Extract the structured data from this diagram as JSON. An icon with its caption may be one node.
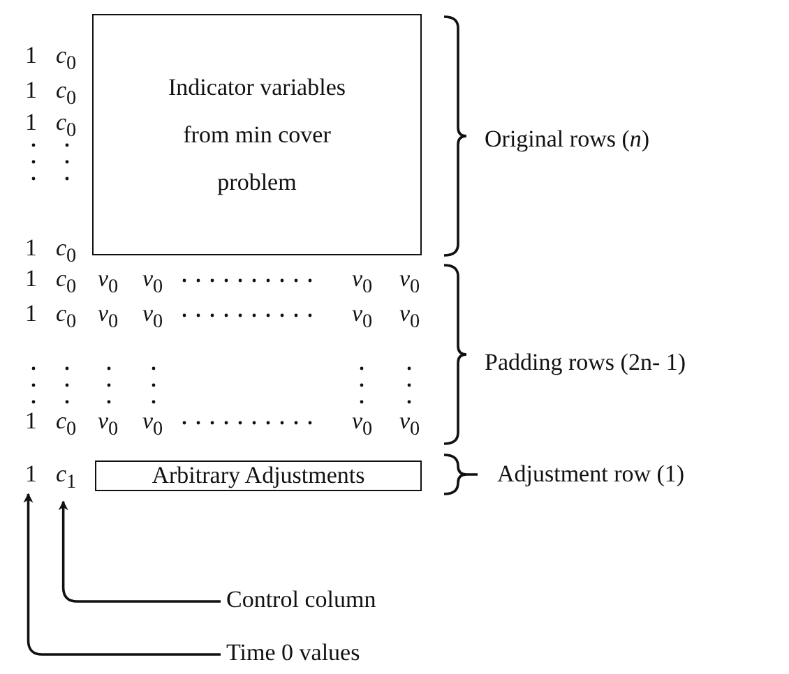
{
  "diagram": {
    "nodes": [
      {
        "text": [
          "Indicator variables from min cover problem"
        ]
      },
      {
        "text": [
          "Arbitrary Adjustments"
        ]
      },
      {
        "text": [
          "Control column"
        ]
      },
      {
        "text": [
          "Time 0 values"
        ]
      },
      {
        "text": [
          "1"
        ]
      },
      {
        "text": [
          "*c*$_{1}$"
        ]
      }
    ],
    "edges": [
      {
        "from": 2,
        "to": 5,
        "arrow": "to"
      },
      {
        "from": 3,
        "to": 4,
        "arrow": "to"
      }
    ],
    "labels": [
      "1",
      "*c*$_{0}$",
      "1",
      "*c*$_{0}$",
      "1",
      "*c*$_{0}$",
      "1",
      "*c*$_{0}$",
      "1",
      "*c*$_{0}$",
      "*v*$_{0}$",
      "*v*$_{0}$",
      "*v*$_{0}$",
      "*v*$_{0}$",
      "1",
      "*c*$_{0}$",
      "*v*$_{0}$",
      "*v*$_{0}$",
      "*v*$_{0}$",
      "*v*$_{0}$",
      "1",
      "*c*$_{0}$",
      "*v*$_{0}$",
      "*v*$_{0}$",
      "*v*$_{0}$",
      "*v*$_{0}$",
      "Original rows (*n*)",
      "Padding rows (2n- 1)",
      "Adjustment row (1)"
    ]
  }
}
